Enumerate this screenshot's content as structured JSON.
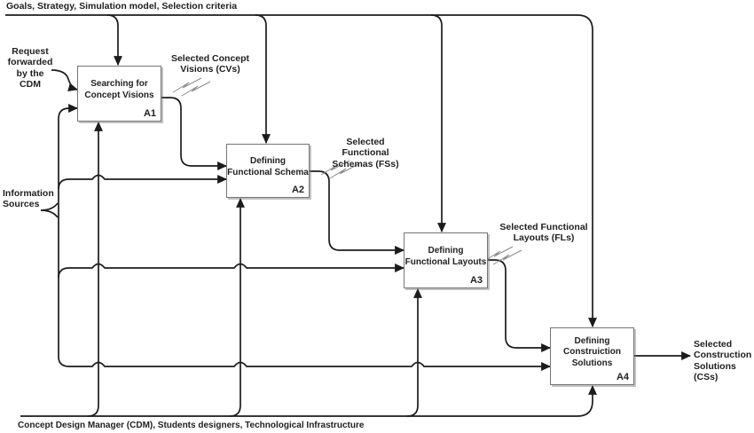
{
  "diagram": {
    "title_top": "Goals, Strategy, Simulation model, Selection criteria",
    "title_bottom": "Concept Design Manager (CDM), Students designers, Technological Infrastructure",
    "external_inputs": {
      "request": "Request\nforwarded\nby the\nCDM",
      "information_sources": "Information\nSources"
    },
    "boxes": [
      {
        "id": "A1",
        "label": "Searching for\nConcept Visions"
      },
      {
        "id": "A2",
        "label": "Defining\nFunctional Schema"
      },
      {
        "id": "A3",
        "label": "Defining\nFunctional Layouts"
      },
      {
        "id": "A4",
        "label": "Defining\nConstruiction\nSolutions"
      }
    ],
    "outputs": [
      {
        "id": "cvs",
        "label": "Selected Concept\nVisions (CVs)"
      },
      {
        "id": "fss",
        "label": "Selected Functional\nSchemas (FSs)"
      },
      {
        "id": "fls",
        "label": "Selected Functional\nLayouts (FLs)"
      },
      {
        "id": "css",
        "label": "Selected\nConstruction\nSolutions (CSs)"
      }
    ],
    "colors": {
      "line": "#1c1c1c",
      "text": "#1f1f1f",
      "box_border": "#757575",
      "squiggle": "#8c8c8c"
    }
  }
}
